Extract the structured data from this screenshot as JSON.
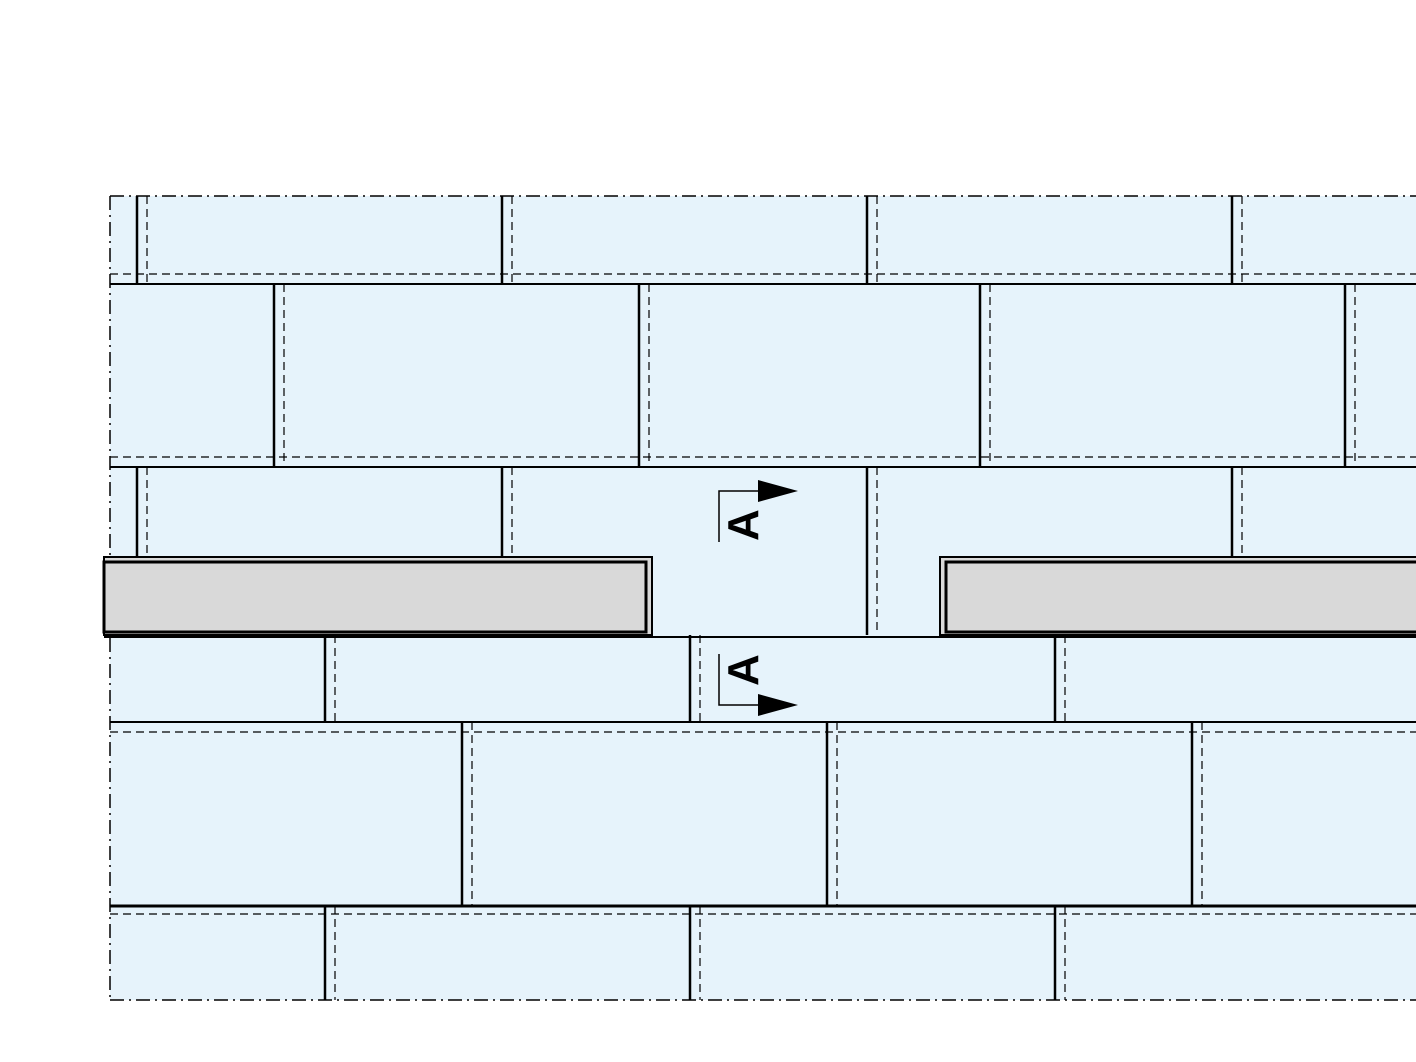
{
  "drawing": {
    "description_type": "masonry panel elevation with section cut markers",
    "colors": {
      "panel_fill": "#e6f3fb",
      "opening_fill": "#d9d9d9",
      "line": "#000000",
      "background": "#ffffff"
    },
    "section_marks": [
      {
        "id": "upper",
        "label": "A",
        "arrow_direction": "right"
      },
      {
        "id": "lower",
        "label": "A",
        "arrow_direction": "right"
      }
    ],
    "openings": [
      {
        "id": "left-opening"
      },
      {
        "id": "right-opening"
      }
    ]
  }
}
